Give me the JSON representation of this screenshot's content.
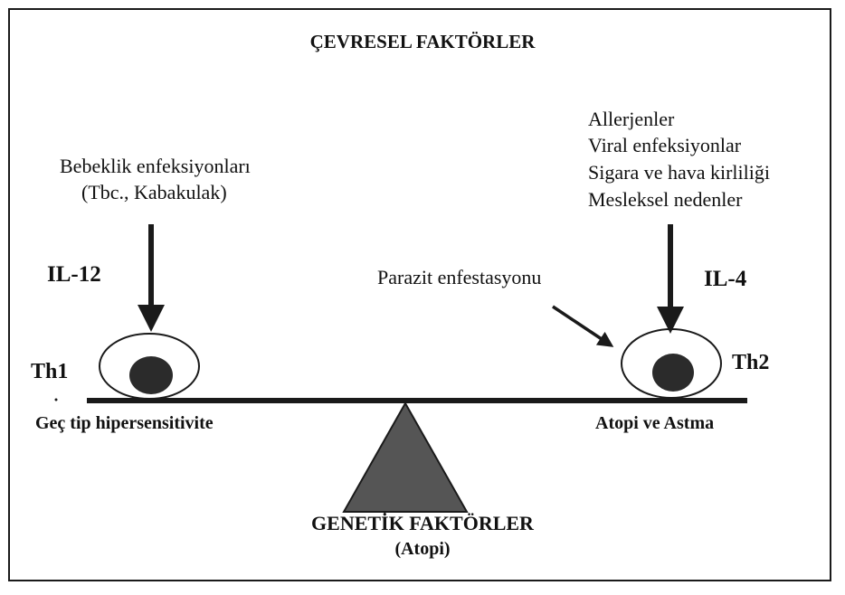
{
  "title": "ÇEVRESEL FAKTÖRLER",
  "left": {
    "infant_infections_line1": "Bebeklik enfeksiyonları",
    "infant_infections_line2": "(Tbc., Kabakulak)",
    "cytokine": "IL-12",
    "cell": "Th1",
    "caption": "Geç tip hipersensitivite"
  },
  "right": {
    "factors": [
      "Allerjenler",
      "Viral enfeksiyonlar",
      "Sigara ve hava kirliliği",
      "Mesleksel nedenler"
    ],
    "parasite": "Parazit enfestasyonu",
    "cytokine": "IL-4",
    "cell": "Th2",
    "caption": "Atopi ve Astma"
  },
  "genetic_line1": "GENETİK FAKTÖRLER",
  "genetic_line2": "(Atopi)",
  "colors": {
    "line": "#1a1a1a",
    "fulcrum": "#555555",
    "nucleus": "#2b2b2b"
  }
}
